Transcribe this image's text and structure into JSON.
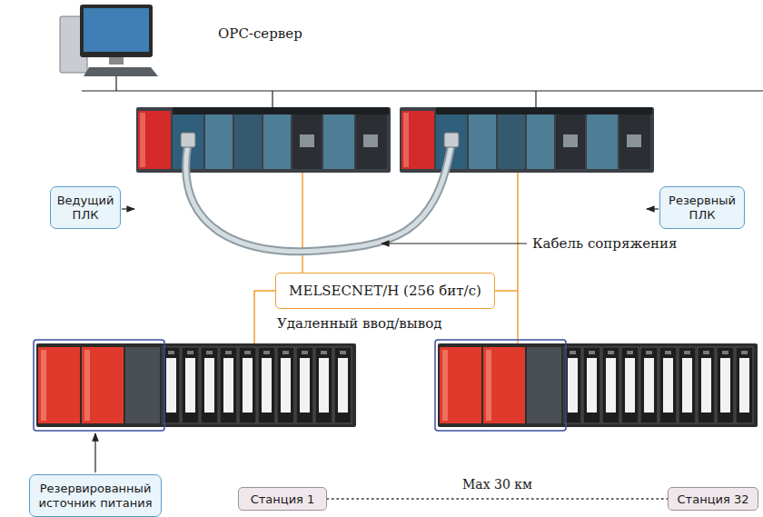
{
  "diagram": {
    "nodes": [
      {
        "text": [
          "Ведущий ПЛК"
        ]
      },
      {
        "text": [
          "Резервный ПЛК"
        ]
      },
      {
        "text": [
          "MELSECNET/H (256 бит/с)"
        ]
      },
      {
        "text": [
          "Резервированный источник питания"
        ]
      },
      {
        "text": [
          "Станция 1"
        ]
      },
      {
        "text": [
          "Станция 32"
        ]
      }
    ],
    "edges": [
      {
        "from": 4,
        "to": 5,
        "arrow": "none",
        "label": "Max 30 км"
      }
    ],
    "labels": [
      "OPC-сервер",
      "Кабель сопряжения",
      "Удаленный ввод/вывод"
    ]
  }
}
